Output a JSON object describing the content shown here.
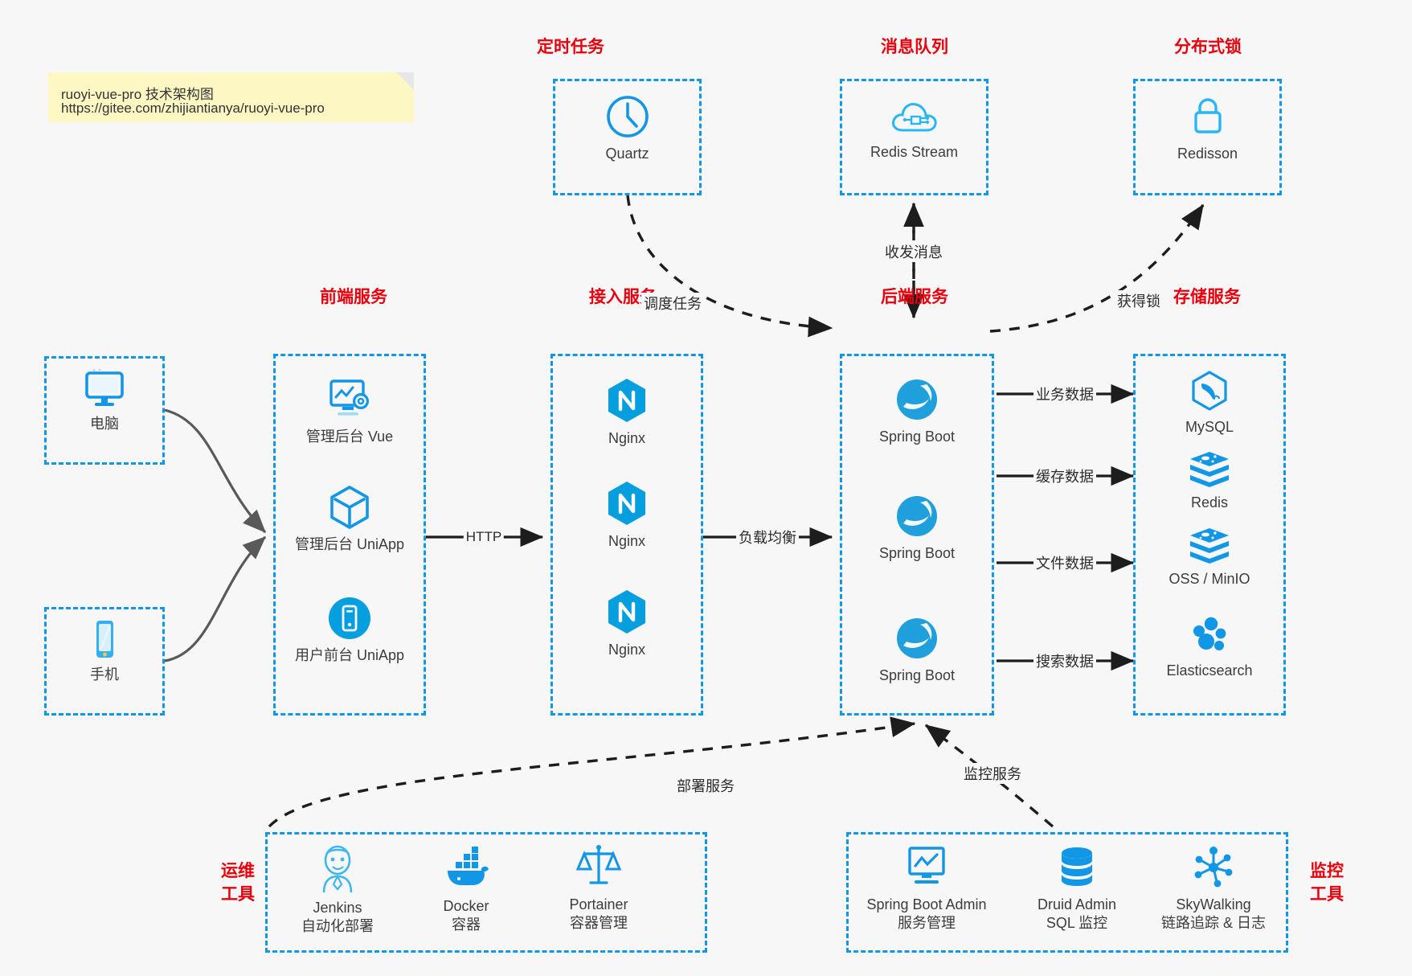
{
  "note": {
    "name": "architecture-note",
    "line1": "ruoyi-vue-pro 技术架构图",
    "line2": "https://gitee.com/zhijiantianya/ruoyi-vue-pro"
  },
  "colors": {
    "accent_blue": "#1296e6",
    "title_red": "#e8000d",
    "icon_blue": "#1296e6",
    "text_dark": "#3c3c3c",
    "background": "#f7f7f7",
    "note_yellow": "#fdf7c3",
    "arrow_black": "#1d1d1d",
    "arrow_gray": "#595959"
  },
  "groups": {
    "clients": {
      "computer": {
        "title": "",
        "label": "电脑",
        "icon": "desktop-monitor-icon"
      },
      "phone": {
        "title": "",
        "label": "手机",
        "icon": "smartphone-icon"
      }
    },
    "scheduler": {
      "title": "定时任务",
      "items": [
        {
          "label": "Quartz",
          "icon": "clock-icon"
        }
      ]
    },
    "message_queue": {
      "title": "消息队列",
      "items": [
        {
          "label": "Redis Stream",
          "icon": "cloud-stream-icon"
        }
      ]
    },
    "distributed_lock": {
      "title": "分布式锁",
      "items": [
        {
          "label": "Redisson",
          "icon": "padlock-icon"
        }
      ]
    },
    "frontend": {
      "title": "前端服务",
      "items": [
        {
          "label": "管理后台 Vue",
          "icon": "dashboard-settings-icon"
        },
        {
          "label": "管理后台 UniApp",
          "icon": "cube-icon"
        },
        {
          "label": "用户前台 UniApp",
          "icon": "mobile-device-icon"
        }
      ]
    },
    "gateway": {
      "title": "接入服务",
      "items": [
        {
          "label": "Nginx",
          "icon": "nginx-icon"
        },
        {
          "label": "Nginx",
          "icon": "nginx-icon"
        },
        {
          "label": "Nginx",
          "icon": "nginx-icon"
        }
      ]
    },
    "backend": {
      "title": "后端服务",
      "items": [
        {
          "label": "Spring Boot",
          "icon": "spring-boot-icon"
        },
        {
          "label": "Spring Boot",
          "icon": "spring-boot-icon"
        },
        {
          "label": "Spring Boot",
          "icon": "spring-boot-icon"
        }
      ]
    },
    "storage": {
      "title": "存储服务",
      "items": [
        {
          "label": "MySQL",
          "icon": "mysql-dolphin-icon"
        },
        {
          "label": "Redis",
          "icon": "redis-stack-icon"
        },
        {
          "label": "OSS / MinIO",
          "icon": "redis-stack-icon"
        },
        {
          "label": "Elasticsearch",
          "icon": "elasticsearch-icon"
        }
      ]
    },
    "devops": {
      "title": "运维\n工具",
      "items": [
        {
          "label": "Jenkins",
          "sub": "自动化部署",
          "icon": "jenkins-butler-icon"
        },
        {
          "label": "Docker",
          "sub": "容器",
          "icon": "docker-whale-icon"
        },
        {
          "label": "Portainer",
          "sub": "容器管理",
          "icon": "balance-scale-icon"
        }
      ]
    },
    "monitoring": {
      "title": "监控\n工具",
      "items": [
        {
          "label": "Spring Boot Admin",
          "sub": "服务管理",
          "icon": "monitor-chart-icon"
        },
        {
          "label": "Druid Admin",
          "sub": "SQL 监控",
          "icon": "database-cylinder-icon"
        },
        {
          "label": "SkyWalking",
          "sub": "链路追踪 & 日志",
          "icon": "skywalking-node-icon"
        }
      ]
    }
  },
  "edges": [
    {
      "id": "http",
      "label": "HTTP",
      "style": "solid"
    },
    {
      "id": "load-balance",
      "label": "负载均衡",
      "style": "solid"
    },
    {
      "id": "business-data",
      "label": "业务数据",
      "style": "solid"
    },
    {
      "id": "cache-data",
      "label": "缓存数据",
      "style": "solid"
    },
    {
      "id": "file-data",
      "label": "文件数据",
      "style": "solid"
    },
    {
      "id": "search-data",
      "label": "搜索数据",
      "style": "solid"
    },
    {
      "id": "schedule-task",
      "label": "调度任务",
      "style": "dashed"
    },
    {
      "id": "send-receive-message",
      "label": "收发消息",
      "style": "dashed"
    },
    {
      "id": "acquire-lock",
      "label": "获得锁",
      "style": "dashed"
    },
    {
      "id": "deploy-service",
      "label": "部署服务",
      "style": "dashed"
    },
    {
      "id": "monitor-service",
      "label": "监控服务",
      "style": "dashed"
    }
  ]
}
